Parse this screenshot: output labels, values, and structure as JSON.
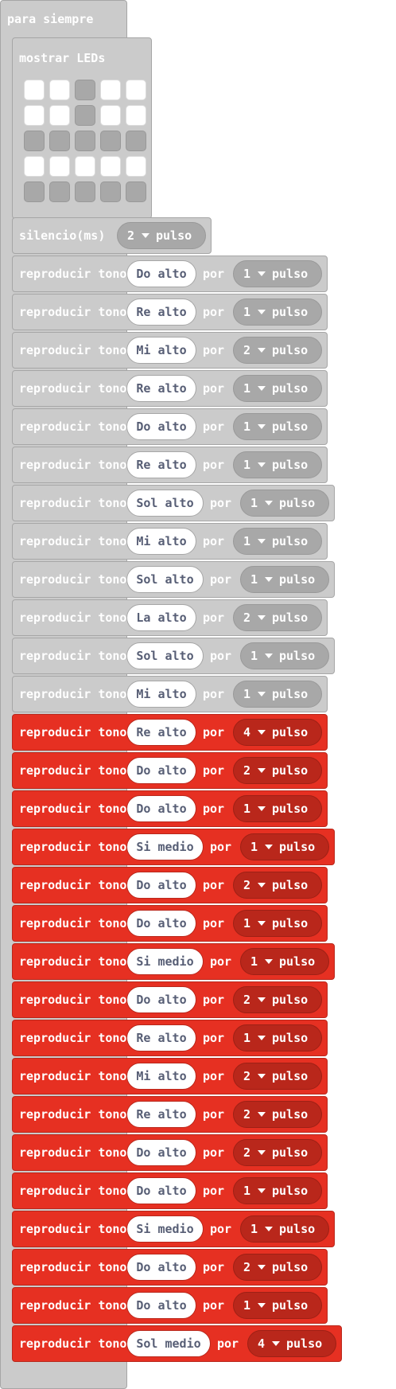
{
  "forever": {
    "title": "para siempre"
  },
  "show_leds": {
    "title": "mostrar LEDs",
    "grid": [
      [
        0,
        0,
        1,
        0,
        0
      ],
      [
        0,
        0,
        1,
        0,
        0
      ],
      [
        1,
        1,
        1,
        1,
        1
      ],
      [
        0,
        0,
        0,
        0,
        0
      ],
      [
        1,
        1,
        1,
        1,
        1
      ]
    ]
  },
  "rest": {
    "label": "silencio(ms)",
    "beat": "2",
    "unit": "pulso"
  },
  "play_label": "reproducir tono",
  "por_label": "por",
  "unit_label": "pulso",
  "colors": {
    "gray_block": "#cbcbcb",
    "red_block": "#e63022"
  },
  "tones": [
    {
      "note": "Do alto",
      "beat": "1",
      "color": "gray"
    },
    {
      "note": "Re alto",
      "beat": "1",
      "color": "gray"
    },
    {
      "note": "Mi alto",
      "beat": "2",
      "color": "gray"
    },
    {
      "note": "Re alto",
      "beat": "1",
      "color": "gray"
    },
    {
      "note": "Do alto",
      "beat": "1",
      "color": "gray"
    },
    {
      "note": "Re alto",
      "beat": "1",
      "color": "gray"
    },
    {
      "note": "Sol alto",
      "beat": "1",
      "color": "gray"
    },
    {
      "note": "Mi alto",
      "beat": "1",
      "color": "gray"
    },
    {
      "note": "Sol alto",
      "beat": "1",
      "color": "gray"
    },
    {
      "note": "La alto",
      "beat": "2",
      "color": "gray"
    },
    {
      "note": "Sol alto",
      "beat": "1",
      "color": "gray"
    },
    {
      "note": "Mi alto",
      "beat": "1",
      "color": "gray"
    },
    {
      "note": "Re alto",
      "beat": "4",
      "color": "red"
    },
    {
      "note": "Do alto",
      "beat": "2",
      "color": "red"
    },
    {
      "note": "Do alto",
      "beat": "1",
      "color": "red"
    },
    {
      "note": "Si medio",
      "beat": "1",
      "color": "red"
    },
    {
      "note": "Do alto",
      "beat": "2",
      "color": "red"
    },
    {
      "note": "Do alto",
      "beat": "1",
      "color": "red"
    },
    {
      "note": "Si medio",
      "beat": "1",
      "color": "red"
    },
    {
      "note": "Do alto",
      "beat": "2",
      "color": "red"
    },
    {
      "note": "Re alto",
      "beat": "1",
      "color": "red"
    },
    {
      "note": "Mi alto",
      "beat": "2",
      "color": "red"
    },
    {
      "note": "Re alto",
      "beat": "2",
      "color": "red"
    },
    {
      "note": "Do alto",
      "beat": "2",
      "color": "red"
    },
    {
      "note": "Do alto",
      "beat": "1",
      "color": "red"
    },
    {
      "note": "Si medio",
      "beat": "1",
      "color": "red"
    },
    {
      "note": "Do alto",
      "beat": "2",
      "color": "red"
    },
    {
      "note": "Do alto",
      "beat": "1",
      "color": "red"
    },
    {
      "note": "Sol medio",
      "beat": "4",
      "color": "red"
    }
  ]
}
